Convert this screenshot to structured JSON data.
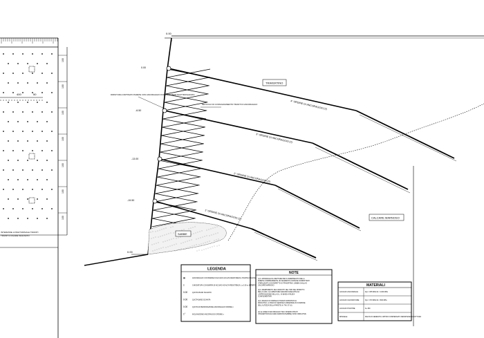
{
  "drawing": {
    "top_level_label": "0.00",
    "base_level_label": "0.00",
    "travertino_label": "TRAVERTINO",
    "calcare_label": "CALCARE MARNOSO",
    "sabbie_label": "SABBIE",
    "left_annot_1": "INTERASSE LONGITUDINALE TIRANTI",
    "left_annot_2": "TIRANTI A FILARE SFALSATO",
    "left_dim_400": "400",
    "left_dim_50": "50",
    "rinforzo_note": "RIFINITURA CORTINATO PARETE CON ANCORAGGIO IN RISALTO RETE ELETTROSALDATA",
    "reticolo_note": "RETICOLO DI CONSOLIDAMENTO TIRANTI DI ANCORAGGIO",
    "anchor_levels": [
      "0.00",
      "-6.50",
      "-13.00",
      "-19.50"
    ],
    "anchor_labels": [
      "4° ORDINE DI ANCORAGGIO (2)",
      "3° ORDINE DI ANCORAGGIO (2)",
      "2° ORDINE DI ANCORAGGIO (2)",
      "1° ORDINE DI ANCORAGGIO (2)"
    ]
  },
  "legend": {
    "title": "LEGENDA",
    "items": [
      {
        "sym": "▦",
        "text": "ANCORAGGIO CON BARRE DI ACCIAIO AD ALTA RESISTENZA, PIASTRA INCASSATA IN ROCCIA, Lu 6.00 m  Ø PERFORO = 115 mm"
      },
      {
        "sym": "≡",
        "text": "CHIODATURA CON BARRA DI ACCIAIO AD ALTA RESISTENZA, Lu 3.00 m  Ø PERFORO = 80 mm"
      },
      {
        "sym": "0.00",
        "text": "QUOTA PIANO SCAVATO"
      },
      {
        "sym": "0.00",
        "text": "QUOTA BASE SCAVATA"
      },
      {
        "sym": "0.00",
        "text": "QUOTA DI PERFORAZIONE ANCORAGGIO ORDINE n"
      },
      {
        "sym": "1°",
        "text": "INCLINAZIONE ANCORAGGIO ORDINE n"
      }
    ]
  },
  "note": {
    "title": "NOTE",
    "items": [
      "(1) IL MATERIALE DA INIETTARE PER IL RIEMPIMENTO DELLA PARETE COMPRENDENTE UN SEGMENTO A MISURE COMPATTANTI STERILIZZATI CON RISPETTO DI TRAVERTINO, SABBIA GIALLA E CALCARE MARNOSO.",
      "(2) IL RIEMPIMENTO DEI CONDOTTI DEL TIRO DEL RISPETTO DELLA CAVA. GLI ARMATURE SARANNO ESEGUITE DA L'APPROVAZIONE DELLA D.L. IN BASE AI RILIEVI COMPLEMENTARI.",
      "(3) IL RILIEVO DI ORDINE DI TIRANTI RIPORTATO E' INDICATIVO, IL PIANO DI SEZIONE SI RIFERISCE IN FUNZIONE DELL'ALTEZZA DELLA PARETE (H. TAV. 07-10)",
      "(4) LE LINEE DI ANCORAGGIO TRA I DIVERSI STRATI (TRAVERTINO/CALCARE MARNOSO/SABBIE) SONO INDICATIVE"
    ]
  },
  "materials": {
    "title": "MATERIALI",
    "rows": [
      {
        "name": "ACCIAIO ANCORAGGI",
        "value": "ftyk = 835 MPa  ftk = 1030 MPa"
      },
      {
        "name": "ACCIAIO CHIODATURE",
        "value": "ftyk = 670 MPa  ftk = 800 MPa"
      },
      {
        "name": "ACCIAIO PIASTRE",
        "value": "Fe 360"
      },
      {
        "name": "MISCELE",
        "value": "MALTA DI CEMENTO A RITIRO COMPENSATO RESISTENZA A ROTTURA"
      }
    ]
  },
  "ruler_labels": [
    "100",
    "100",
    "100",
    "100",
    "100",
    "100",
    "100"
  ]
}
